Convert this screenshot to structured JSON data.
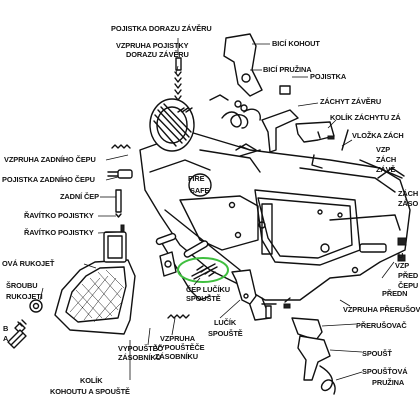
{
  "labels": {
    "pojistka_dorazu_zaveru": "POJISTKA DORAZU ZÁVĚRU",
    "vzpruha_pojistky_dorazu_zaveru_1": "VZPRUHA POJISTKY",
    "vzpruha_pojistky_dorazu_zaveru_2": "DORAZU ZÁVĚRU",
    "bici_kohout": "BICÍ KOHOUT",
    "bici_pruzina": "BICÍ PRUŽINA",
    "pojistka": "POJISTKA",
    "zachyt_zaveru": "ZÁCHYT ZÁVĚRU",
    "kolik_zachytu_za": "KOLÍK ZÁCHYTU ZÁ",
    "vlozka_zach": "VLOŽKA ZÁCH",
    "vzp_1": "VZP",
    "vzp_2": "ZÁCH",
    "vzp_3": "ZÁVĚ",
    "zach_zaso_1": "ZÁCH",
    "zach_zaso_2": "ZÁSO",
    "vzpruha_zadniho_cepu": "VZPRUHA ZADNÍHO ČEPU",
    "pojistka_zadniho_cepu": "POJISTKA ZADNÍHO ČEPU",
    "zadni_cep": "ZADNÍ ČEP",
    "ravitko_pojistky_1": "ŘAVÍTKO POJISTKY",
    "ravitko_pojistky_2": "ŘAVÍTKO POJISTKY",
    "pistolova_rukojet": "OVÁ RUKOJEŤ",
    "sroubu_1": "ŠROUBU",
    "sroubu_2": "RUKOJETI",
    "b_letter": "B",
    "a_letter": "A",
    "cep_lucik_1": "ČEP LUČÍKU",
    "cep_lucik_2": "SPOUŠTĚ",
    "vzp_pred_1": "VZP",
    "vzp_pred_2": "PŘED",
    "vzp_pred_3": "ČEPU",
    "vzp_pred_4": "U",
    "predni": "PŘEDN",
    "vzpruha_preruso": "VZPRUHA PŘERUŠOV",
    "prerusovac": "PŘERUŠOVAČ",
    "spoust": "SPOUŠŤ",
    "spoustova_pruzina_1": "SPOUŠŤOVÁ",
    "spoustova_pruzina_2": "PRUŽINA",
    "vzpruha_vypousteci_1": "VZPRUHA",
    "vzpruha_vypousteci_2": "VYPOUŠTĚČE",
    "vzpruha_vypousteci_3": "ZÁSOBNÍKU",
    "lucik_1": "LUČÍK",
    "lucik_2": "SPOUŠTĚ",
    "vypoustec_1": "VYPOUŠTĚČ",
    "vypoustec_2": "ZÁSOBNÍKU",
    "kolik_kohoutu_1": "KOLÍK",
    "kolik_kohoutu_2": "KOHOUTU A SPOUŠTĚ",
    "fire": "FIRE",
    "safe": "SAFE"
  },
  "colors": {
    "line": "#111111",
    "highlight": "#3fbf3f",
    "background": "#ffffff"
  }
}
